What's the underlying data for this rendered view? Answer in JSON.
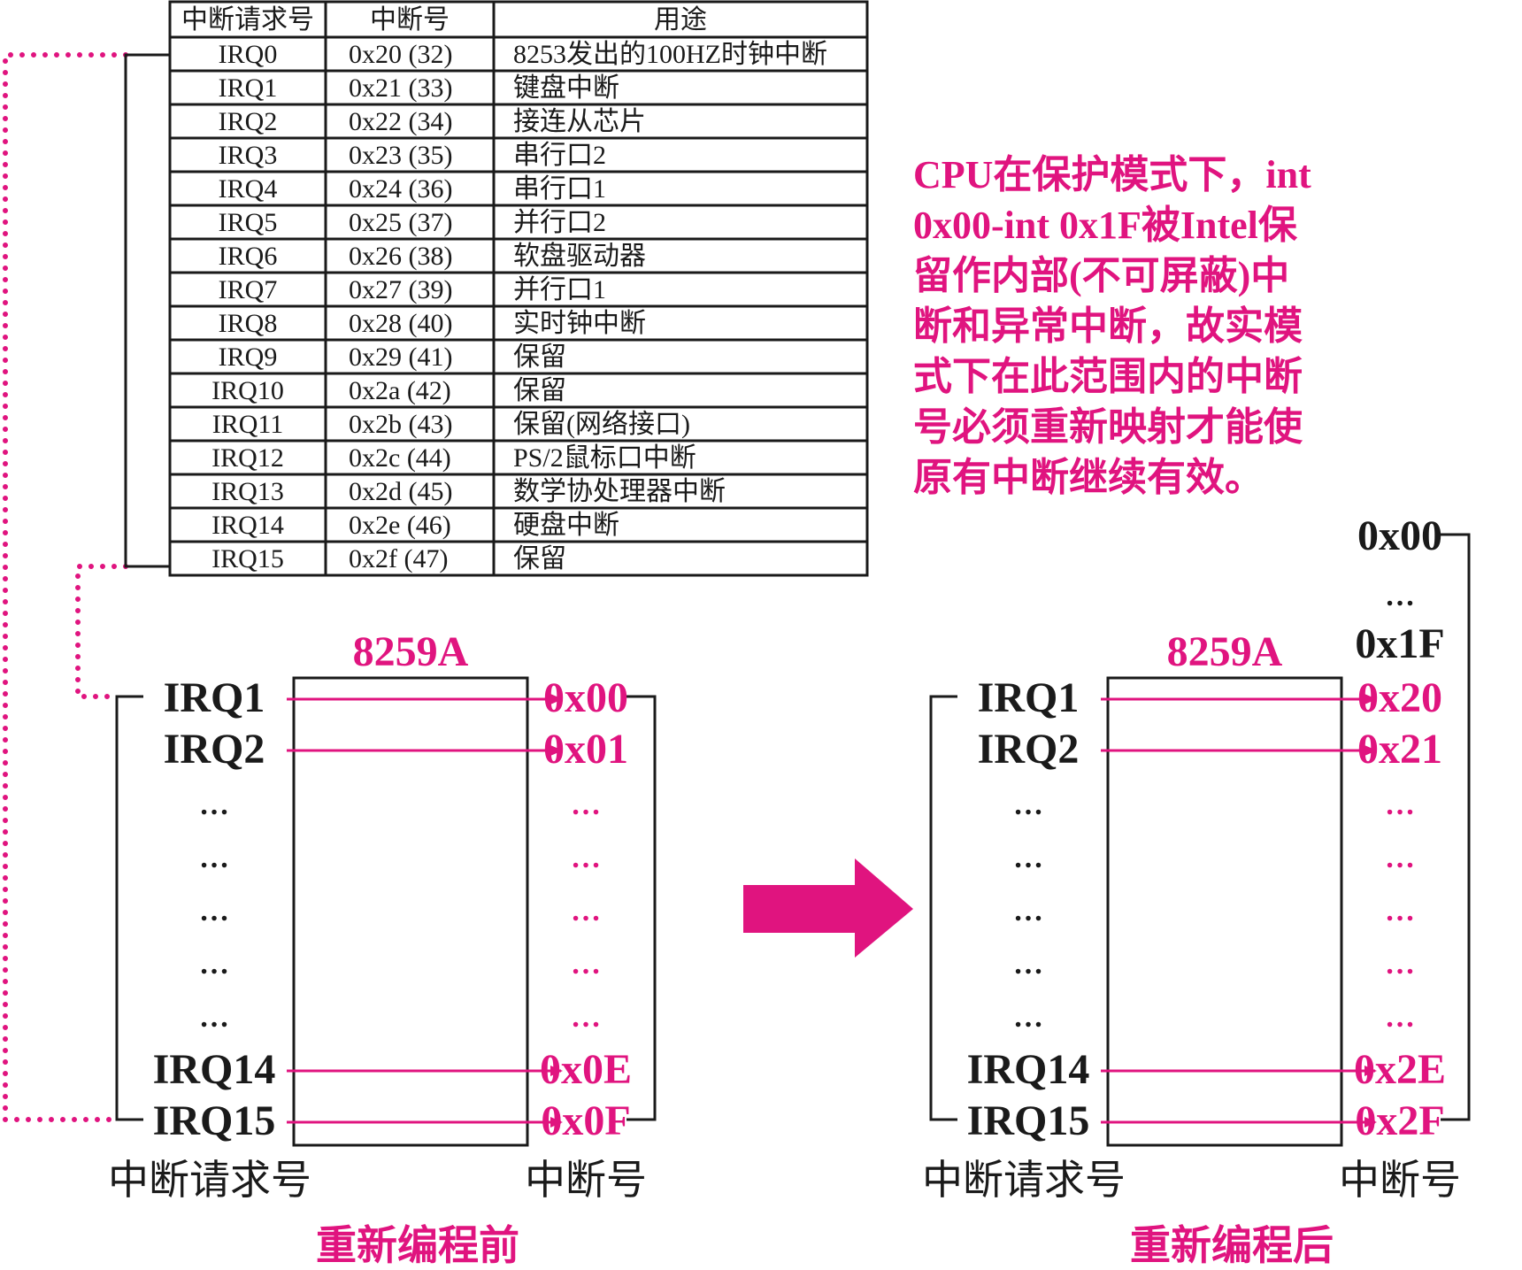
{
  "colors": {
    "accent": "#e0147f",
    "ink": "#1a1a1a"
  },
  "table": {
    "headers": [
      "中断请求号",
      "中断号",
      "用途"
    ],
    "rows": [
      [
        "IRQ0",
        "0x20 (32)",
        "8253发出的100HZ时钟中断"
      ],
      [
        "IRQ1",
        "0x21 (33)",
        "键盘中断"
      ],
      [
        "IRQ2",
        "0x22 (34)",
        "接连从芯片"
      ],
      [
        "IRQ3",
        "0x23 (35)",
        "串行口2"
      ],
      [
        "IRQ4",
        "0x24 (36)",
        "串行口1"
      ],
      [
        "IRQ5",
        "0x25 (37)",
        "并行口2"
      ],
      [
        "IRQ6",
        "0x26 (38)",
        "软盘驱动器"
      ],
      [
        "IRQ7",
        "0x27 (39)",
        "并行口1"
      ],
      [
        "IRQ8",
        "0x28 (40)",
        "实时钟中断"
      ],
      [
        "IRQ9",
        "0x29 (41)",
        "保留"
      ],
      [
        "IRQ10",
        "0x2a (42)",
        "保留"
      ],
      [
        "IRQ11",
        "0x2b (43)",
        "保留(网络接口)"
      ],
      [
        "IRQ12",
        "0x2c (44)",
        "PS/2鼠标口中断"
      ],
      [
        "IRQ13",
        "0x2d (45)",
        "数学协处理器中断"
      ],
      [
        "IRQ14",
        "0x2e (46)",
        "硬盘中断"
      ],
      [
        "IRQ15",
        "0x2f (47)",
        "保留"
      ]
    ]
  },
  "note": {
    "lines": [
      "CPU在保护模式下，int",
      "0x00-int 0x1F被Intel保",
      "留作内部(不可屏蔽)中",
      "断和异常中断，故实模",
      "式下在此范围内的中断",
      "号必须重新映射才能使",
      "原有中断继续有效。"
    ]
  },
  "before": {
    "chip": "8259A",
    "irq_top": [
      "IRQ1",
      "IRQ2"
    ],
    "irq_bottom": [
      "IRQ14",
      "IRQ15"
    ],
    "vec_top": [
      "0x00",
      "0x01"
    ],
    "vec_bottom": [
      "0x0E",
      "0x0F"
    ],
    "ellipsis": "…",
    "input_label": "中断请求号",
    "output_label": "中断号",
    "caption": "重新编程前"
  },
  "after": {
    "chip": "8259A",
    "irq_top": [
      "IRQ1",
      "IRQ2"
    ],
    "irq_bottom": [
      "IRQ14",
      "IRQ15"
    ],
    "vec_top": [
      "0x20",
      "0x21"
    ],
    "vec_bottom": [
      "0x2E",
      "0x2F"
    ],
    "reserved_start": "0x00",
    "reserved_dots": "…",
    "reserved_end": "0x1F",
    "ellipsis": "…",
    "input_label": "中断请求号",
    "output_label": "中断号",
    "caption": "重新编程后"
  }
}
